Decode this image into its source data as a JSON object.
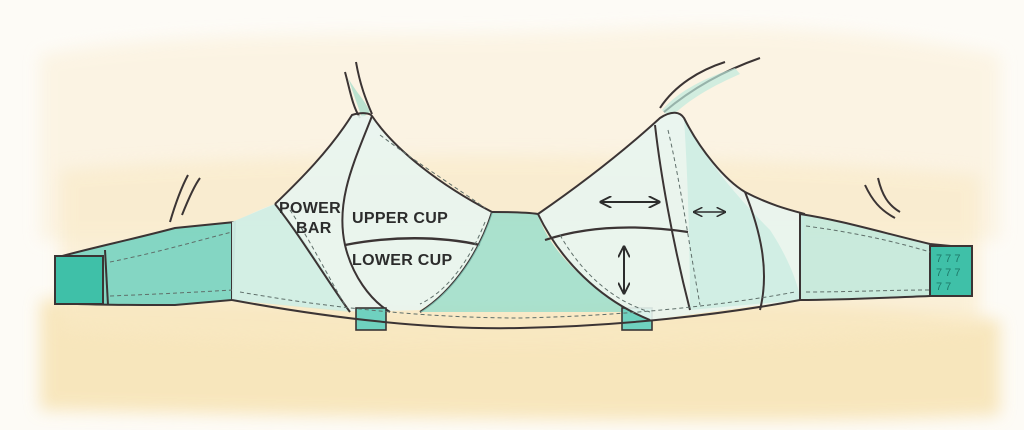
{
  "labels": {
    "power_bar_line1": "POWER",
    "power_bar_line2": "BAR",
    "upper_cup": "UPPER CUP",
    "lower_cup": "LOWER CUP"
  },
  "icons": {
    "stretch_horizontal": "double-arrow-horizontal-icon",
    "stretch_horizontal_small": "double-arrow-horizontal-small-icon",
    "stretch_vertical": "double-arrow-vertical-icon"
  },
  "colors": {
    "background": "#fdfbf6",
    "wash_yellow": "#f7e3b3",
    "fabric_light": "#e8f5ef",
    "fabric_mint": "#bfe9dd",
    "fabric_teal": "#6fd1bf",
    "band_teal": "#3fc0a8",
    "outline": "#3b3434",
    "stitch": "#5f6f6a"
  }
}
